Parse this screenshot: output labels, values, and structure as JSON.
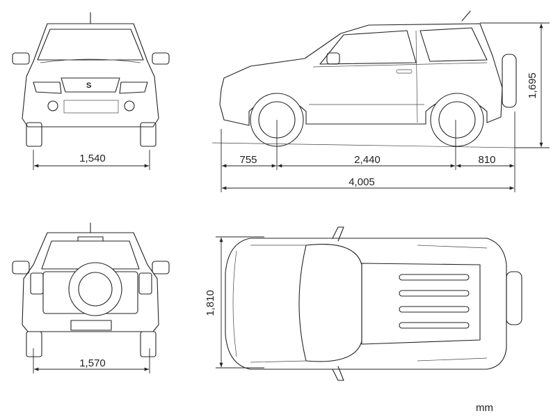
{
  "title": "Vehicle dimension drawing",
  "unit": "mm",
  "front_view": {
    "track_width": "1,540"
  },
  "side_view": {
    "front_overhang": "755",
    "wheelbase": "2,440",
    "rear_overhang": "810",
    "overall_length": "4,005",
    "overall_height": "1,695"
  },
  "rear_view": {
    "track_width": "1,570"
  },
  "top_view": {
    "overall_width": "1,810"
  },
  "colors": {
    "line": "#222222",
    "background": "#ffffff"
  }
}
